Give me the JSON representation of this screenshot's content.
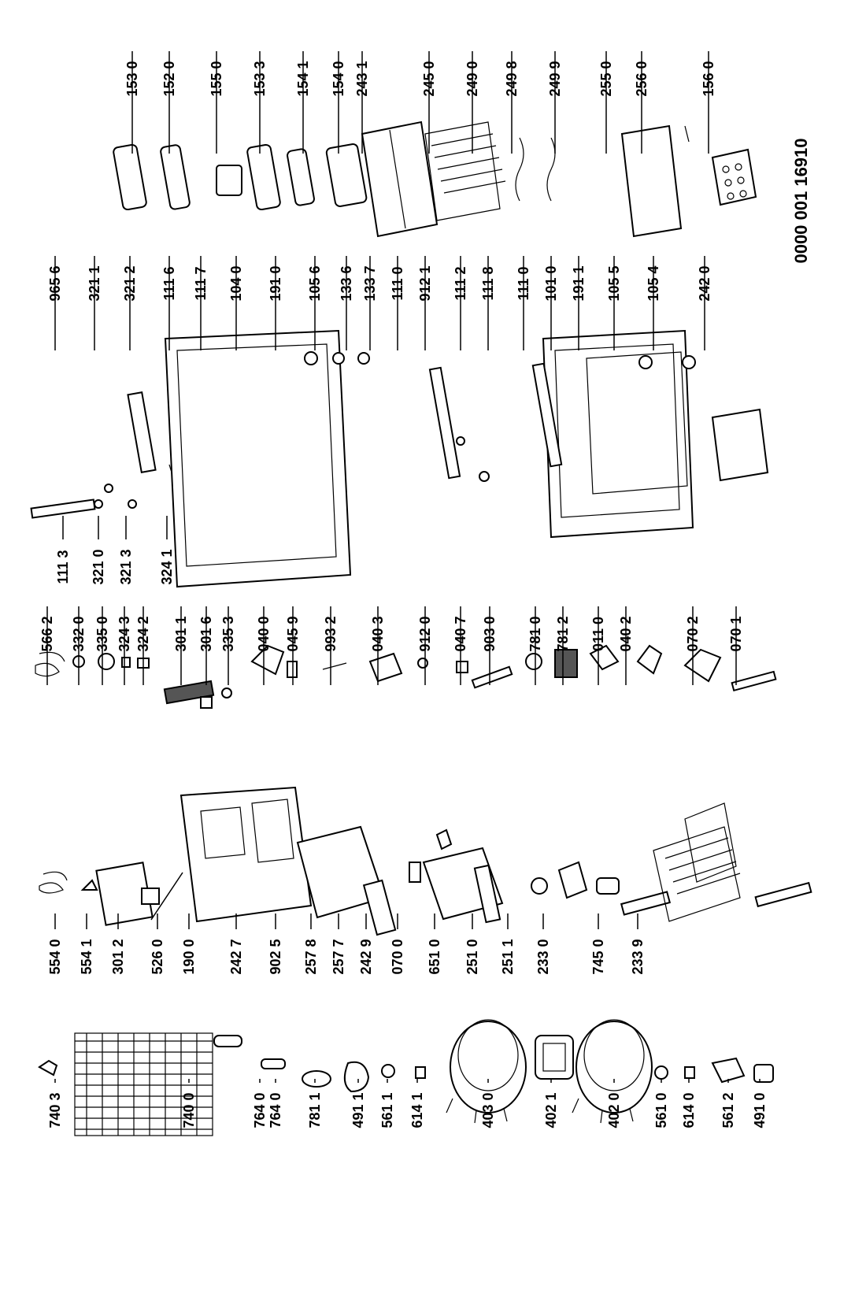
{
  "document_number": "0000 001 16910",
  "labels": {
    "c1": [
      "740 3",
      "740 0",
      "764 0",
      "764 0",
      "781 1",
      "491 1",
      "561 1",
      "614 1",
      "403 0",
      "402 1",
      "402 0",
      "561 0",
      "614 0",
      "561 2",
      "491 0"
    ],
    "c2": [
      "554 0",
      "554 1",
      "301 2",
      "526 0",
      "190 0",
      "242 7",
      "902 5",
      "257 8",
      "257 7",
      "242 9",
      "070 0",
      "651 0",
      "251 0",
      "251 1",
      "233 0",
      "745 0",
      "233 9"
    ],
    "c3": [
      "566 2",
      "332 0",
      "335 0",
      "324 3",
      "324 2",
      "301 1",
      "301 6",
      "335 3",
      "040 0",
      "045 9",
      "993 2",
      "040 3",
      "912 0",
      "040 7",
      "903 0",
      "781 0",
      "781 2",
      "011 0",
      "040 2",
      "070 2",
      "070 1"
    ],
    "c4": [
      "111 3",
      "321 0",
      "321 3",
      "324 1"
    ],
    "c5": [
      "965 6",
      "321 1",
      "321 2",
      "111 6",
      "111 7",
      "104 0",
      "191 0",
      "105 6",
      "133 6",
      "133 7",
      "111 0",
      "912 1",
      "111 2",
      "111 8",
      "111 0",
      "101 0",
      "191 1",
      "105 5",
      "105 4",
      "242 0"
    ],
    "c6": [
      "153 0",
      "152 0",
      "155 0",
      "153 3",
      "154 1",
      "154 0",
      "243 1",
      "245 0",
      "249 0",
      "249 8",
      "249 9",
      "255 0",
      "256 0",
      "156 0"
    ]
  }
}
